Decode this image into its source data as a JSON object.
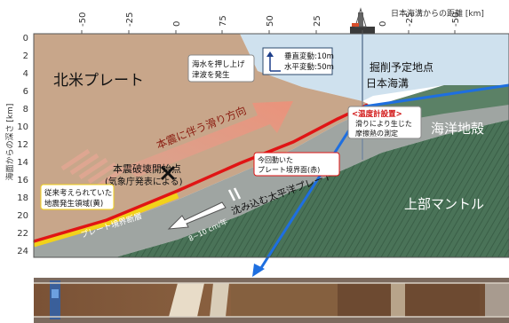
{
  "axes": {
    "top_axis_label": "日本海溝からの距離 [km]",
    "top_ticks": [
      "-50",
      "-25",
      "0",
      "75",
      "50",
      "25",
      "0",
      "-25",
      "-50"
    ],
    "left_axis_label": "海面からの深さ [km]",
    "left_ticks": [
      "0",
      "2",
      "4",
      "6",
      "8",
      "10",
      "12",
      "14",
      "16",
      "18",
      "20",
      "22",
      "24"
    ]
  },
  "labels": {
    "north_america_plate": "北米プレート",
    "planned_drilling_site": "掘削予定地点",
    "japan_trench": "日本海溝",
    "oceanic_crust": "海洋地殻",
    "upper_mantle": "上部マントル",
    "main_shock_slip_direction": "本震に伴う滑り方向",
    "rupture_start_line1": "本震破壊開始点",
    "rupture_start_line2": "(気象庁発表による)",
    "previous_source_line1": "従来考えられていた",
    "previous_source_line2": "地震発生領域(黄)",
    "plate_boundary_fault": "プレート境界断層",
    "subducting_plate": "沈み込む太平洋プレート",
    "slipped_boundary_line1": "今回動いた",
    "slipped_boundary_line2": "プレート境界面(赤)",
    "plate_rate": "8~10 cm/年",
    "tsunami_line1": "海水を押し上げ",
    "tsunami_line2": "津波を発生",
    "vertical_change": "垂直変動:10m",
    "horizontal_change": "水平変動:50m",
    "sensor_title": "<温度計設置>",
    "sensor_line1": "滑りにより生じた",
    "sensor_line2": "摩擦熱の測定"
  },
  "colors": {
    "north_american_plate": "#c8a68a",
    "pacific_plate": "#9fa5a2",
    "mantle": "#3f6b4f",
    "ocean": "#cfe1ee",
    "slipped_boundary": "#e01515",
    "previous_zone": "#f2d21a",
    "drill_line": "#1e6fe0"
  }
}
